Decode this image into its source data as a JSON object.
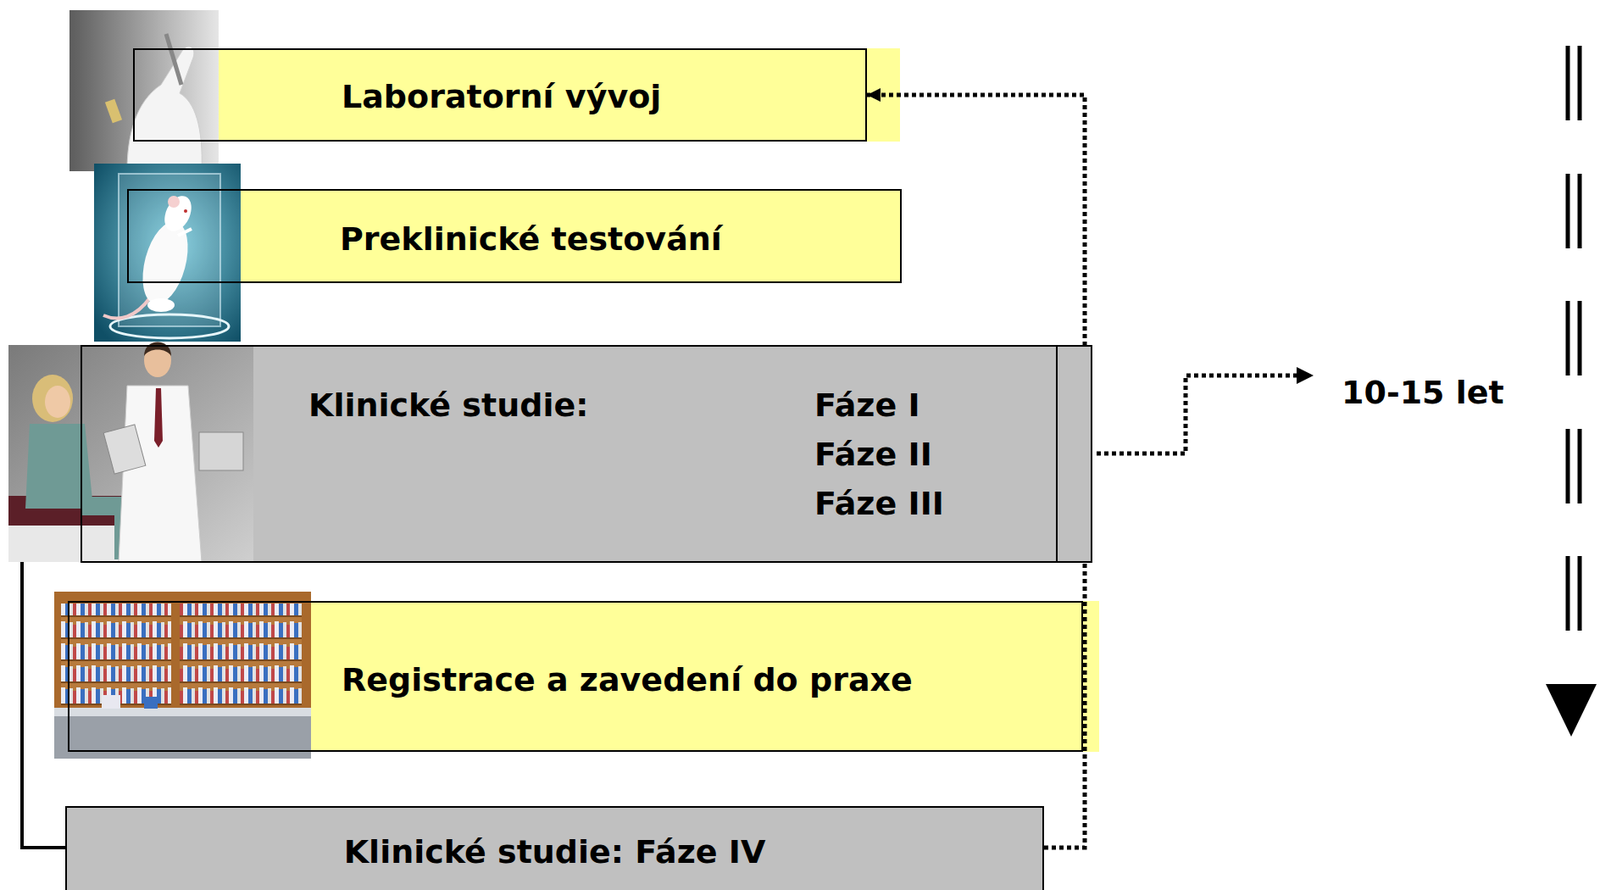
{
  "diagram": {
    "nodes": [
      {
        "text": [
          "Laboratorní vývoj"
        ]
      },
      {
        "text": [
          "Preklinické testování"
        ]
      },
      {
        "text": [
          "Klinické studie:",
          "Fáze I",
          "Fáze II",
          "Fáze III"
        ]
      },
      {
        "text": [
          "Registrace a zavedení do praxe"
        ]
      },
      {
        "text": [
          "Klinické studie: Fáze IV"
        ]
      }
    ],
    "edges": [
      {
        "from": 2,
        "to": 0,
        "arrow": "to"
      },
      {
        "from": 4,
        "to": 2,
        "arrow": "none"
      },
      {
        "from": 2,
        "to": 4,
        "arrow": "none"
      }
    ],
    "labels": [
      "10-15 let"
    ]
  }
}
